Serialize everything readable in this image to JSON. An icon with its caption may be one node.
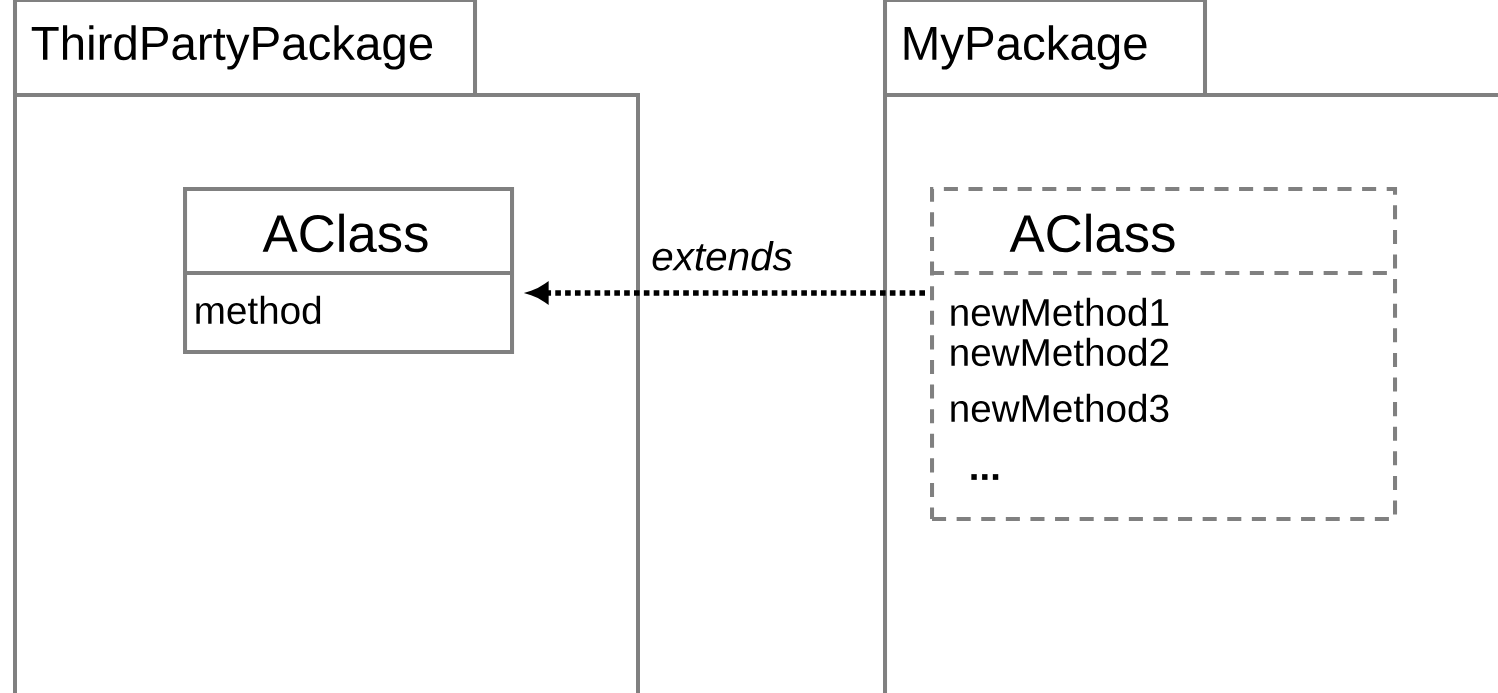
{
  "diagram": {
    "nodes": [
      {
        "text": [
          "ThirdPartyPackage"
        ]
      },
      {
        "text": [
          "AClass",
          "method"
        ],
        "in": 0
      },
      {
        "text": [
          "MyPackage"
        ]
      },
      {
        "text": [
          "AClass",
          "newMethod1",
          "newMethod2",
          "newMethod3",
          "..."
        ],
        "in": 2
      }
    ],
    "edges": [
      {
        "from": 3,
        "to": 1,
        "arrow": "to",
        "style": "dashed",
        "label": "extends"
      }
    ]
  }
}
